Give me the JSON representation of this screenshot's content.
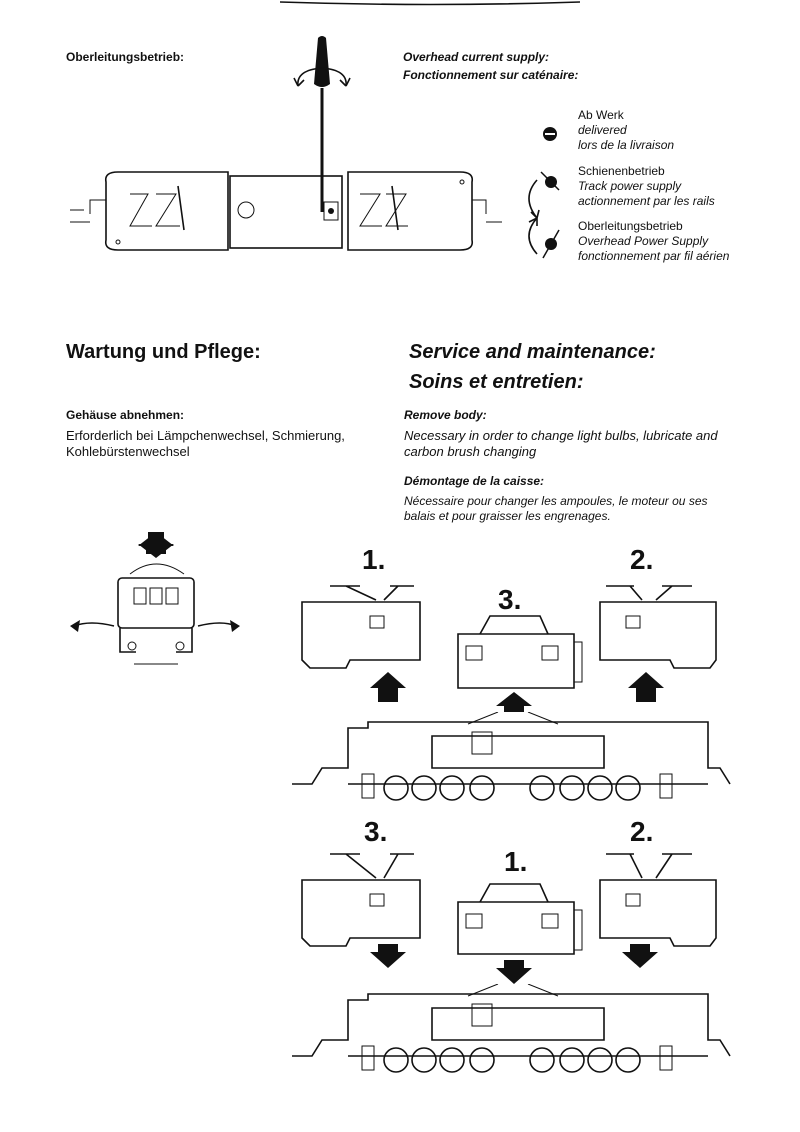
{
  "overhead": {
    "de_title": "Oberleitungsbetrieb:",
    "en_title": "Overhead current supply:",
    "fr_title": "Fonctionnement sur caténaire:"
  },
  "legend": [
    {
      "de": "Ab Werk",
      "en": "delivered",
      "fr": "lors de la livraison"
    },
    {
      "de": "Schienenbetrieb",
      "en": "Track power supply",
      "fr": "actionnement par les rails"
    },
    {
      "de": "Oberleitungsbetrieb",
      "en": "Overhead Power Supply",
      "fr": "fonctionnement par fil aérien"
    }
  ],
  "service": {
    "de_heading": "Wartung und Pflege:",
    "en_heading": "Service and maintenance:",
    "fr_heading": "Soins et entretien:",
    "de_sub": "Gehäuse abnehmen:",
    "de_text": "Erforderlich bei Lämpchenwechsel, Schmierung, Kohlebürstenwechsel",
    "en_sub": "Remove body:",
    "en_text": "Necessary in order to change light bulbs, lubricate and carbon brush changing",
    "fr_sub": "Démontage de la caisse:",
    "fr_text": "Nécessaire pour changer les ampoules, le moteur ou ses balais et pour graisser les engrenages."
  },
  "steps_remove": {
    "left": "1.",
    "center": "3.",
    "right": "2."
  },
  "steps_install": {
    "left": "3.",
    "center": "1.",
    "right": "2."
  }
}
